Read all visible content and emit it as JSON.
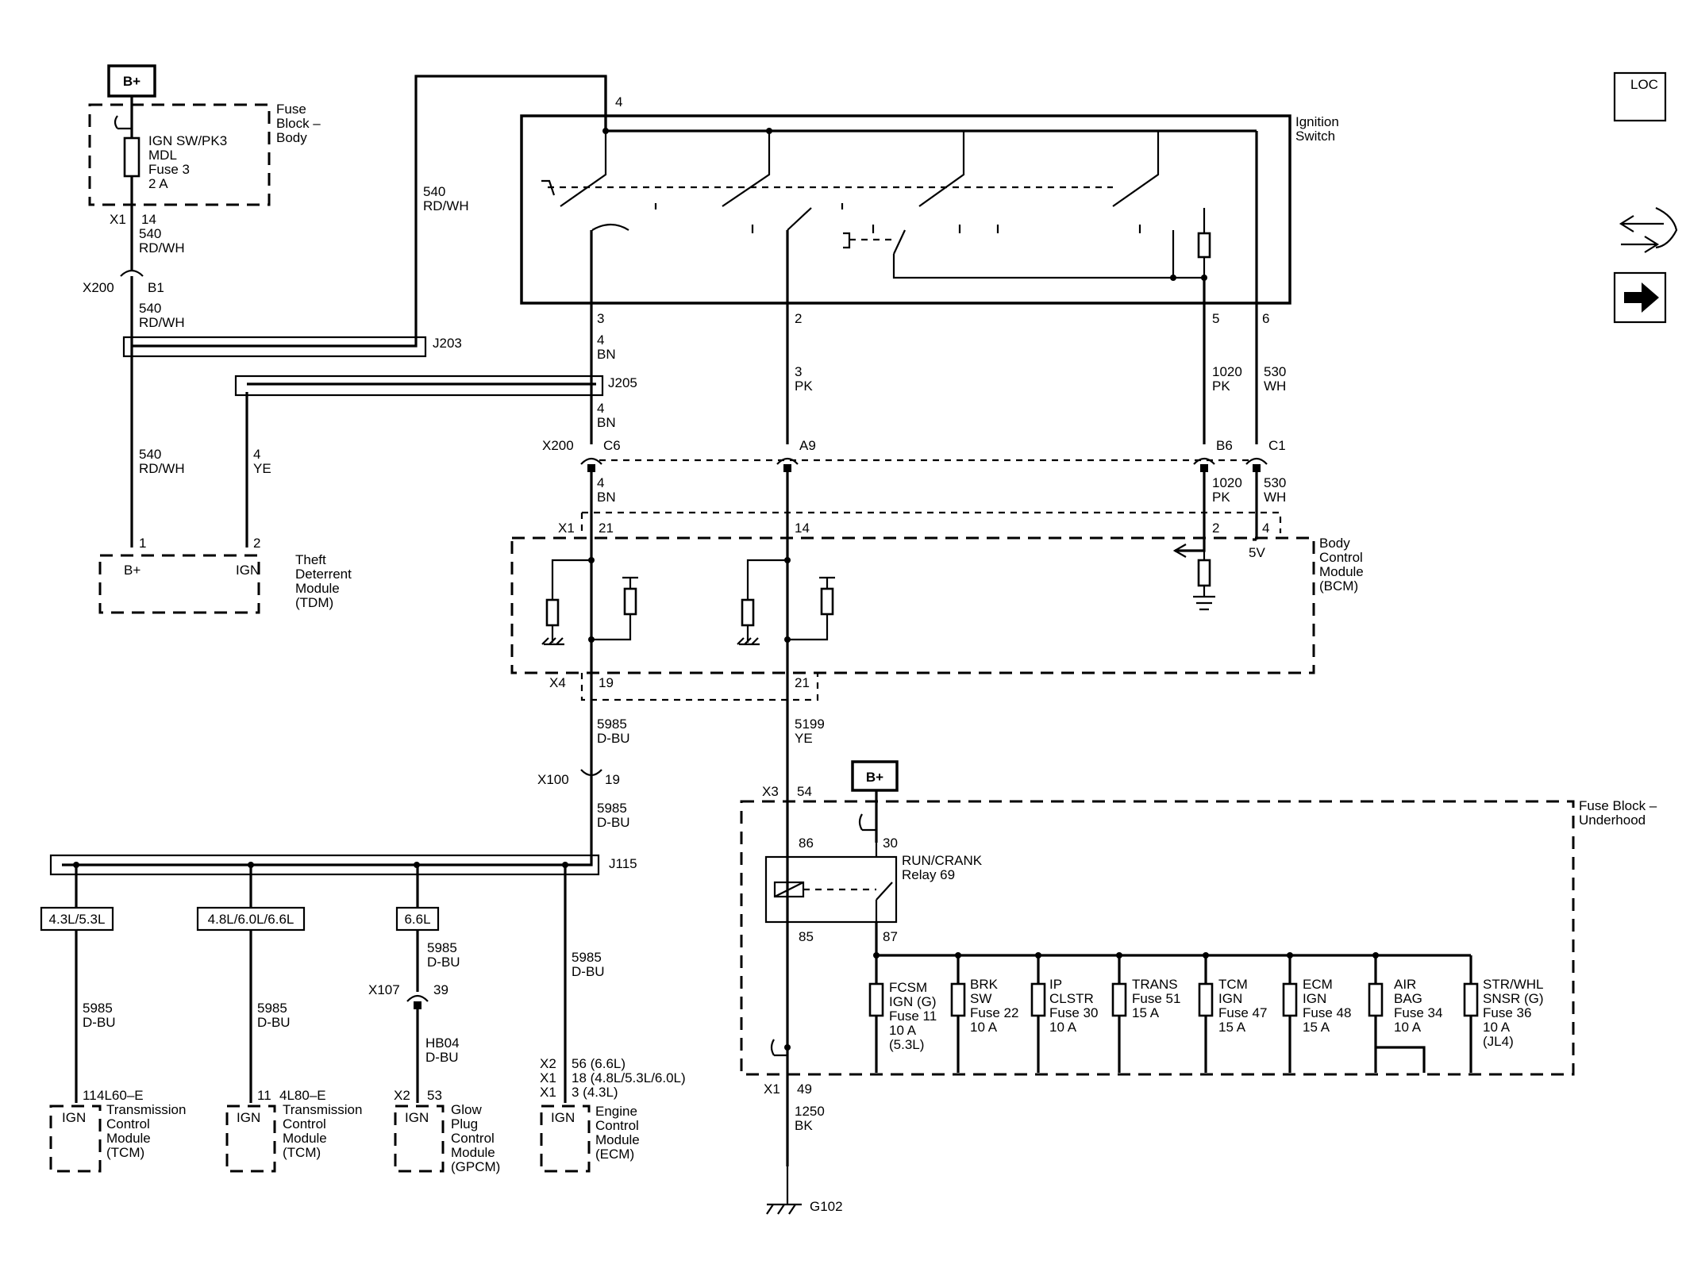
{
  "battery_label": "B+",
  "loc_icon_label": "LOC",
  "fuse_block_body": {
    "title_lines": [
      "Fuse",
      "Block –",
      "Body"
    ],
    "fuse_lines": [
      "IGN SW/PK3",
      "MDL",
      "Fuse 3",
      "2 A"
    ]
  },
  "ignition_switch": {
    "title_lines": [
      "Ignition",
      "Switch"
    ],
    "pins": [
      "4",
      "3",
      "2",
      "5",
      "6"
    ]
  },
  "connectors": {
    "x1_top": "X1",
    "x1_top_pin": "14",
    "x200": "X200",
    "x200_b1": "B1",
    "x200_c6": "C6",
    "x200_a9": "A9",
    "x200_b6": "B6",
    "x200_c1": "C1",
    "x1_bcm": "X1",
    "x1_bcm_21": "21",
    "x1_bcm_14": "14",
    "x1_bcm_2": "2",
    "x1_bcm_4": "4",
    "x4": "X4",
    "x4_19": "19",
    "x4_21": "21",
    "x100": "X100",
    "x100_19": "19",
    "x3": "X3",
    "x3_54": "54",
    "x107": "X107",
    "x107_39": "39",
    "x1_ground": "X1",
    "x1_ground_49": "49"
  },
  "splices": {
    "j203": "J203",
    "j205": "J205",
    "j115": "J115"
  },
  "wires": {
    "w540_a": [
      "540",
      "RD/WH"
    ],
    "w540_b": [
      "540",
      "RD/WH"
    ],
    "w540_c": [
      "540",
      "RD/WH"
    ],
    "w540_d": [
      "540",
      "RD/WH"
    ],
    "w4ye": [
      "4",
      "YE"
    ],
    "w4bn_a": [
      "4",
      "BN"
    ],
    "w4bn_b": [
      "4",
      "BN"
    ],
    "w4bn_c": [
      "4",
      "BN"
    ],
    "w3pk": [
      "3",
      "PK"
    ],
    "w1020_a": [
      "1020",
      "PK"
    ],
    "w1020_b": [
      "1020",
      "PK"
    ],
    "w530_a": [
      "530",
      "WH"
    ],
    "w530_b": [
      "530",
      "WH"
    ],
    "w5985_a": [
      "5985",
      "D-BU"
    ],
    "w5985_b": [
      "5985",
      "D-BU"
    ],
    "w5985_c": [
      "5985",
      "D-BU"
    ],
    "w5985_d": [
      "5985",
      "D-BU"
    ],
    "w5985_e": [
      "5985",
      "D-BU"
    ],
    "w5985_f": [
      "5985",
      "D-BU"
    ],
    "w5199": [
      "5199",
      "YE"
    ],
    "whb04": [
      "HB04",
      "D-BU"
    ],
    "w1250": [
      "1250",
      "BK"
    ]
  },
  "tdm": {
    "pin1": "1",
    "pin2": "2",
    "bplus": "B+",
    "ign": "IGN",
    "title_lines": [
      "Theft",
      "Deterrent",
      "Module",
      "(TDM)"
    ]
  },
  "bcm": {
    "title_lines": [
      "Body",
      "Control",
      "Module",
      "(BCM)"
    ],
    "voltage": "5V"
  },
  "variants": [
    "4.3L/5.3L",
    "4.8L/6.0L/6.6L",
    "6.6L"
  ],
  "modules": {
    "tcm1": {
      "pin": "11",
      "part": "4L60–E",
      "lines": [
        "Transmission",
        "Control",
        "Module",
        "(TCM)"
      ],
      "ign": "IGN"
    },
    "tcm2": {
      "pin": "11",
      "part": "4L80–E",
      "lines": [
        "Transmission",
        "Control",
        "Module",
        "(TCM)"
      ],
      "ign": "IGN"
    },
    "gpcm": {
      "conn": "X2",
      "pin": "53",
      "lines": [
        "Glow",
        "Plug",
        "Control",
        "Module",
        "(GPCM)"
      ],
      "ign": "IGN"
    },
    "ecm": {
      "pin_lines": [
        [
          "X2",
          "56 (6.6L)"
        ],
        [
          "X1",
          "18 (4.8L/5.3L/6.0L)"
        ],
        [
          "X1",
          "3 (4.3L)"
        ]
      ],
      "lines": [
        "Engine",
        "Control",
        "Module",
        "(ECM)"
      ],
      "ign": "IGN"
    }
  },
  "fuse_block_underhood": {
    "title_lines": [
      "Fuse Block –",
      "Underhood"
    ]
  },
  "relay": {
    "name_lines": [
      "RUN/CRANK",
      "Relay 69"
    ],
    "pin86": "86",
    "pin30": "30",
    "pin85": "85",
    "pin87": "87"
  },
  "fuses": [
    {
      "lines": [
        "FCSM",
        "IGN (G)",
        "Fuse 11",
        "10 A",
        "(5.3L)"
      ]
    },
    {
      "lines": [
        "BRK",
        "SW",
        "Fuse 22",
        "10 A"
      ]
    },
    {
      "lines": [
        "IP",
        "CLSTR",
        "Fuse 30",
        "10 A"
      ]
    },
    {
      "lines": [
        "TRANS",
        "Fuse 51",
        "15 A"
      ]
    },
    {
      "lines": [
        "TCM",
        "IGN",
        "Fuse 47",
        "15 A"
      ]
    },
    {
      "lines": [
        "ECM",
        "IGN",
        "Fuse 48",
        "15 A"
      ]
    },
    {
      "lines": [
        "AIR",
        "BAG",
        "Fuse 34",
        "10 A"
      ]
    },
    {
      "lines": [
        "STR/WHL",
        "SNSR (G)",
        "Fuse 36",
        "10 A",
        "(JL4)"
      ]
    }
  ],
  "ground": "G102"
}
